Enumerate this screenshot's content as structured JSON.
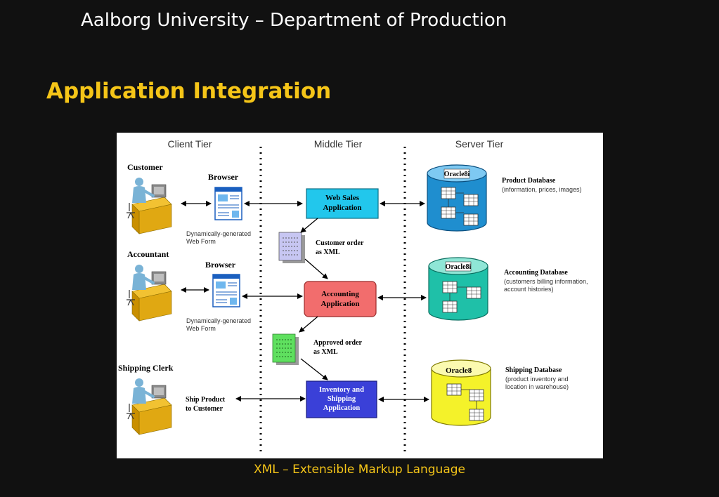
{
  "header": {
    "org": "Aalborg University – Department of Production"
  },
  "slide": {
    "title": "Application Integration",
    "footer": "XML – Extensible Markup Language"
  },
  "diagram": {
    "tiers": [
      "Client Tier",
      "Middle Tier",
      "Server Tier"
    ],
    "users": [
      {
        "label": "Customer",
        "browser": "Browser",
        "form_line1": "Dynamically-generated",
        "form_line2": "Web Form"
      },
      {
        "label": "Accountant",
        "browser": "Browser",
        "form_line1": "Dynamically-generated",
        "form_line2": "Web Form"
      },
      {
        "label": "Shipping Clerk",
        "note_line1": "Ship Product",
        "note_line2": "to Customer"
      }
    ],
    "applications": [
      {
        "line1": "Web Sales",
        "line2": "Application",
        "color": "#22c7ec"
      },
      {
        "line1": "Accounting",
        "line2": "Application",
        "color": "#f26d6d"
      },
      {
        "line1": "Inventory and",
        "line2": "Shipping",
        "line3": "Application",
        "color": "#3a40d8"
      }
    ],
    "documents": [
      {
        "line1": "Customer order",
        "line2": "as XML",
        "color": "#c7c6f2"
      },
      {
        "line1": "Approved order",
        "line2": "as XML",
        "color": "#5fe05f"
      }
    ],
    "databases": [
      {
        "engine": "Oracle8i",
        "name": "Product Database",
        "desc1": "(information, prices, images)",
        "desc2": "",
        "color": "#1f8ecf"
      },
      {
        "engine": "Oracle8i",
        "name": "Accounting Database",
        "desc1": "(customers billing information,",
        "desc2": "account histories)",
        "color": "#1fc0a8"
      },
      {
        "engine": "Oracle8",
        "name": "Shipping Database",
        "desc1": "(product inventory and",
        "desc2": "location in warehouse)",
        "color": "#f4f22a"
      }
    ]
  }
}
